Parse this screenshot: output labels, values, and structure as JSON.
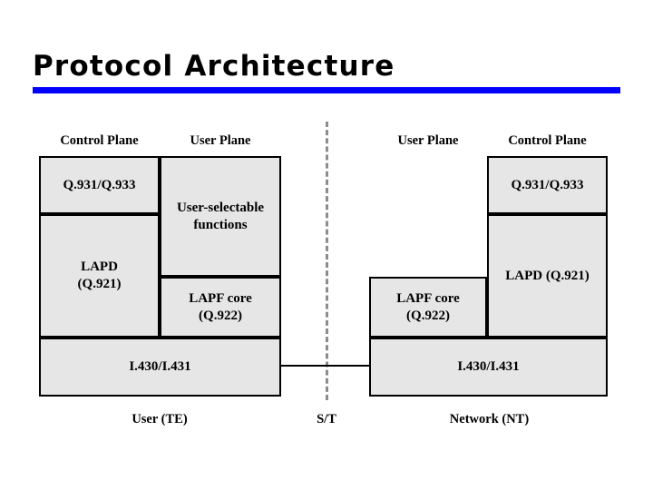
{
  "slide": {
    "title": "Protocol Architecture",
    "accent_color": "#0000ff",
    "box_fill": "#e6e6e6",
    "box_border": "#000000",
    "dash_color": "#8c8c8c"
  },
  "diagram": {
    "type": "layered-protocol-stack",
    "left_side": {
      "column_headers": [
        {
          "label": "Control Plane"
        },
        {
          "label": "User Plane"
        }
      ],
      "boxes": [
        {
          "label": "Q.931/Q.933",
          "plane": "control",
          "layer": "network"
        },
        {
          "label": "User-selectable functions",
          "plane": "user",
          "layer": "upper"
        },
        {
          "label": "LAPD (Q.921)",
          "plane": "control",
          "layer": "data-link",
          "line1": "LAPD",
          "line2": "(Q.921)"
        },
        {
          "label": "LAPF core (Q.922)",
          "plane": "user",
          "layer": "data-link",
          "line1": "LAPF core",
          "line2": "(Q.922)"
        },
        {
          "label": "I.430/I.431",
          "plane": "both",
          "layer": "physical"
        }
      ],
      "footer": "User (TE)"
    },
    "center": {
      "reference_point": "S/T"
    },
    "right_side": {
      "column_headers": [
        {
          "label": "User Plane"
        },
        {
          "label": "Control Plane"
        }
      ],
      "boxes": [
        {
          "label": "Q.931/Q.933",
          "plane": "control",
          "layer": "network"
        },
        {
          "label": "LAPD (Q.921)",
          "plane": "control",
          "layer": "data-link"
        },
        {
          "label": "LAPF core (Q.922)",
          "plane": "user",
          "layer": "data-link",
          "line1": "LAPF core",
          "line2": "(Q.922)"
        },
        {
          "label": "I.430/I.431",
          "plane": "both",
          "layer": "physical"
        }
      ],
      "footer": "Network (NT)"
    }
  }
}
